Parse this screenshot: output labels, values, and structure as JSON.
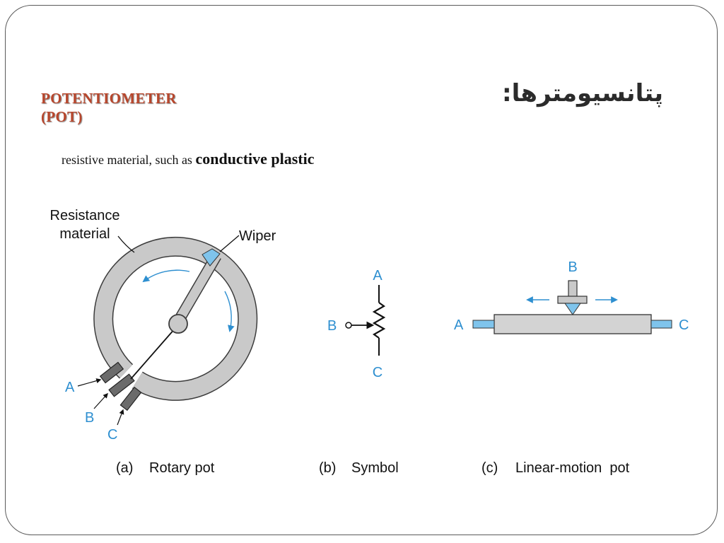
{
  "slide": {
    "title_en": "POTENTIOMETER (POT)",
    "title_fa": "پتانسیومترها:",
    "subtitle_prefix": "resistive material, such as ",
    "subtitle_emphasis": "conductive plastic"
  },
  "diagram": {
    "rotary": {
      "label_resistance_line1": "Resistance",
      "label_resistance_line2": "material",
      "label_wiper": "Wiper",
      "terminal_a": "A",
      "terminal_b": "B",
      "terminal_c": "C",
      "caption_letter": "(a)",
      "caption_text": "Rotary pot"
    },
    "symbol": {
      "terminal_a": "A",
      "terminal_b": "B",
      "terminal_c": "C",
      "caption_letter": "(b)",
      "caption_text": "Symbol"
    },
    "linear": {
      "terminal_a": "A",
      "terminal_b": "B",
      "terminal_c": "C",
      "caption_letter": "(c)",
      "caption_text": "Linear-motion  pot"
    }
  },
  "colors": {
    "accent_blue": "#2e8fd0",
    "wiper_blue": "#7fc4ec",
    "ring_gray": "#c9c9c9",
    "title_red": "#b8462c"
  }
}
